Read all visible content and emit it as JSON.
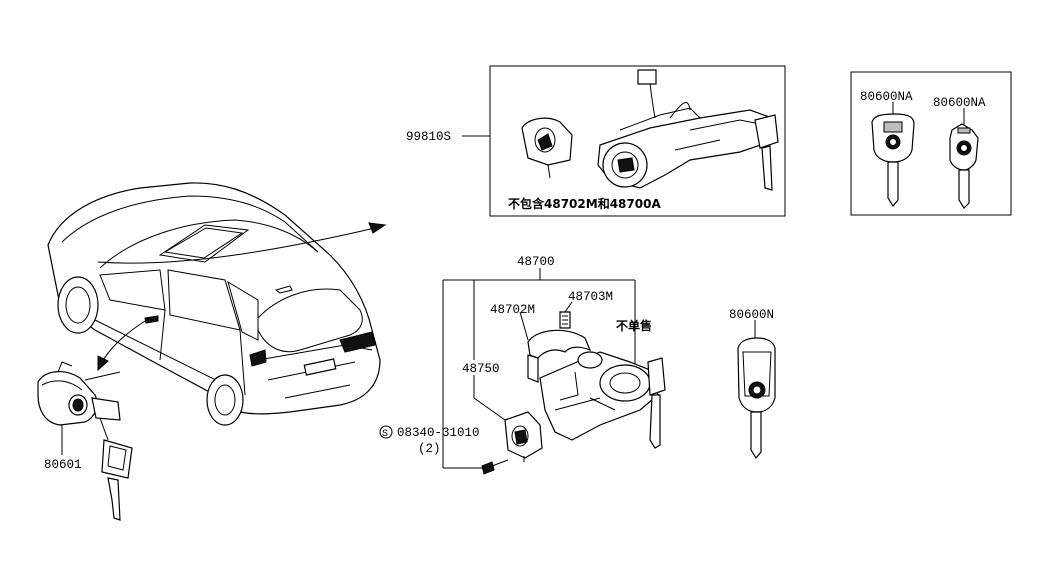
{
  "labels": {
    "p99810s": "99810S",
    "note_not_included": "不包含48702M和48700A",
    "p48700": "48700",
    "p48702m": "48702M",
    "p48703m": "48703M",
    "not_sold_separately": "不单售",
    "p48750": "48750",
    "screw_symbol": "S",
    "screw_part": "08340-31010",
    "screw_qty": "(2)",
    "p80601": "80601",
    "p80600n": "80600N",
    "p80600na_left": "80600NA",
    "p80600na_right": "80600NA"
  },
  "colors": {
    "line": "#000000",
    "background": "#ffffff",
    "shade": "#bdbdbd"
  }
}
